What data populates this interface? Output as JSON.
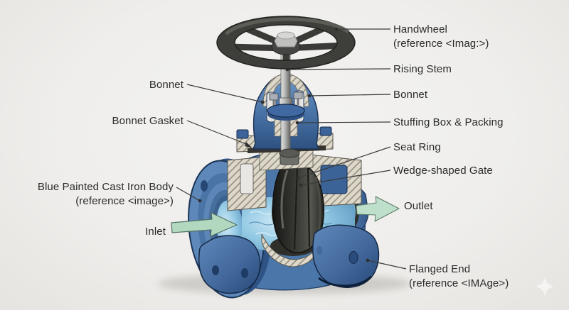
{
  "diagram": {
    "subject": "Gate valve cutaway",
    "part_labels": {
      "handwheel": {
        "label": "Handwheel",
        "ref": "(reference <Imag:>)"
      },
      "rising_stem": {
        "label": "Rising Stem"
      },
      "bonnet_right": {
        "label": "Bonnet"
      },
      "stuffing_box": {
        "label": "Stuffing Box & Packing"
      },
      "seat_ring": {
        "label": "Seat Ring"
      },
      "wedge_gate": {
        "label": "Wedge-shaped Gate"
      },
      "outlet": {
        "label": "Outlet"
      },
      "flanged_end": {
        "label": "Flanged End",
        "ref": "(reference <IMAge>)"
      },
      "bonnet_left": {
        "label": "Bonnet"
      },
      "bonnet_gasket": {
        "label": "Bonnet Gasket"
      },
      "body": {
        "label": "Blue Painted Cast Iron Body",
        "ref": "(reference <image>)"
      },
      "inlet": {
        "label": "Inlet"
      }
    },
    "colors": {
      "background": "#efeeec",
      "label_text": "#2b2b2b",
      "leader_line": "#3a3a3a",
      "body_blue": "#4a74a8",
      "body_blue_dark": "#1c3456",
      "water_blue": "#8ec6e2",
      "handwheel_gray": "#3e3e3b",
      "steel_gray": "#b4b4b2",
      "gate_dark": "#2b2b29",
      "arrow_green": "#b2d9c0",
      "hatch_fill": "#ddd8ca"
    }
  }
}
